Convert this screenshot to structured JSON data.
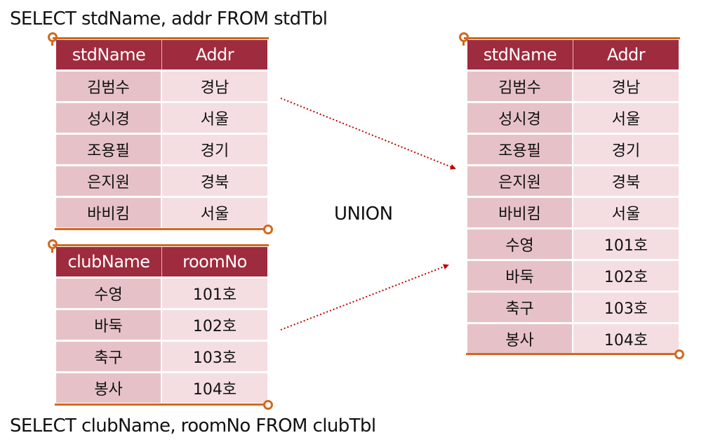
{
  "query_top": "SELECT stdName, addr FROM stdTbl",
  "query_bottom": "SELECT clubName, roomNo FROM clubTbl",
  "operator": "UNION",
  "std_table": {
    "headers": [
      "stdName",
      "Addr"
    ],
    "rows": [
      [
        "김범수",
        "경남"
      ],
      [
        "성시경",
        "서울"
      ],
      [
        "조용필",
        "경기"
      ],
      [
        "은지원",
        "경북"
      ],
      [
        "바비킴",
        "서울"
      ]
    ]
  },
  "club_table": {
    "headers": [
      "clubName",
      "roomNo"
    ],
    "rows": [
      [
        "수영",
        "101호"
      ],
      [
        "바둑",
        "102호"
      ],
      [
        "축구",
        "103호"
      ],
      [
        "봉사",
        "104호"
      ]
    ]
  },
  "result_table": {
    "headers": [
      "stdName",
      "Addr"
    ],
    "rows": [
      [
        "김범수",
        "경남"
      ],
      [
        "성시경",
        "서울"
      ],
      [
        "조용필",
        "경기"
      ],
      [
        "은지원",
        "경북"
      ],
      [
        "바비킴",
        "서울"
      ],
      [
        "수영",
        "101호"
      ],
      [
        "바둑",
        "102호"
      ],
      [
        "축구",
        "103호"
      ],
      [
        "봉사",
        "104호"
      ]
    ]
  },
  "colors": {
    "header": "#9e2b3e",
    "cell_dark": "#e6c2c8",
    "cell_light": "#f4dee2",
    "accent": "#d2691e",
    "arrow": "#c00000"
  }
}
